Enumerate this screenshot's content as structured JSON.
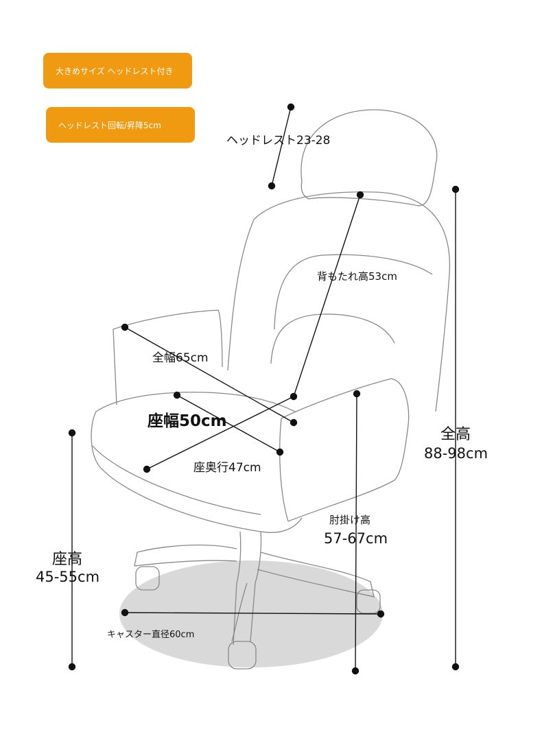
{
  "badges": {
    "headrest_large": "大きめサイズ ヘッドレスト付き",
    "headrest_rotate": "ヘッドレスト回転/昇降5cm"
  },
  "dimensions": {
    "headrest": "ヘッドレスト23-28",
    "backrest_height": "背もたれ高53cm",
    "total_width": "全幅65cm",
    "seat_width": "座幅50cm",
    "seat_depth": "座奥行47cm",
    "armrest_height_label": "肘掛け高",
    "armrest_height_value": "57-67cm",
    "total_height_label": "全高",
    "total_height_value": "88-98cm",
    "seat_height_label": "座高",
    "seat_height_value": "45-55cm",
    "caster_diameter": "キャスター直径60cm"
  },
  "colors": {
    "accent": "#ef9a10",
    "line": "#111111",
    "outline": "#888888",
    "floor": "#d9d9d9"
  }
}
